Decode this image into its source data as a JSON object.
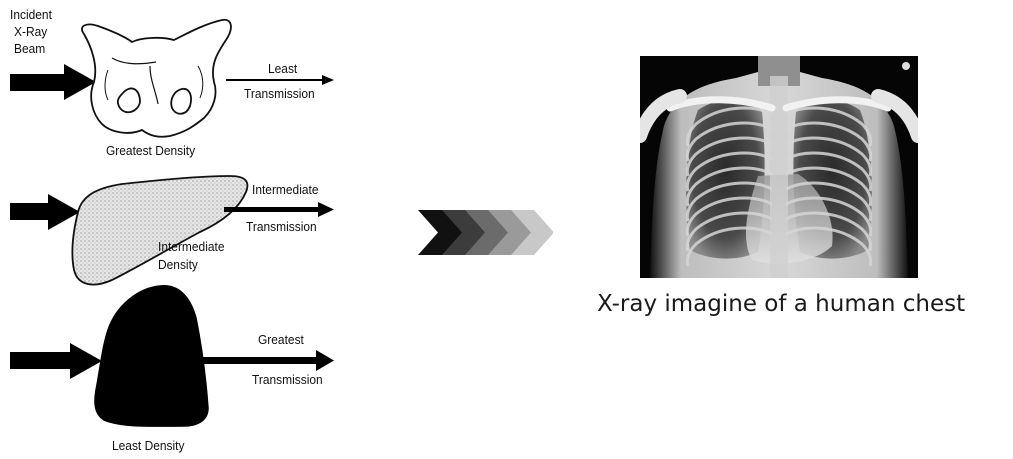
{
  "diagram": {
    "incident_beam_label": [
      "Incident",
      "X-Ray",
      "Beam"
    ],
    "rows": [
      {
        "organ": "pelvis-bone",
        "density_label": "Greatest Density",
        "transmission_label": [
          "Least",
          "Transmission"
        ]
      },
      {
        "organ": "liver-soft-tissue",
        "density_label": [
          "Intermediate",
          "Density"
        ],
        "transmission_label": [
          "Intermediate",
          "Transmission"
        ]
      },
      {
        "organ": "lung-air",
        "density_label": "Least Density",
        "transmission_label": [
          "Greatest",
          "Transmission"
        ]
      }
    ]
  },
  "chevron_arrow": {
    "count": 5,
    "colors": [
      "#111111",
      "#3c3c3c",
      "#6b6b6b",
      "#9a9a9a",
      "#c8c8c8"
    ]
  },
  "xray_image": {
    "caption": "X-ray imagine of a human chest"
  }
}
